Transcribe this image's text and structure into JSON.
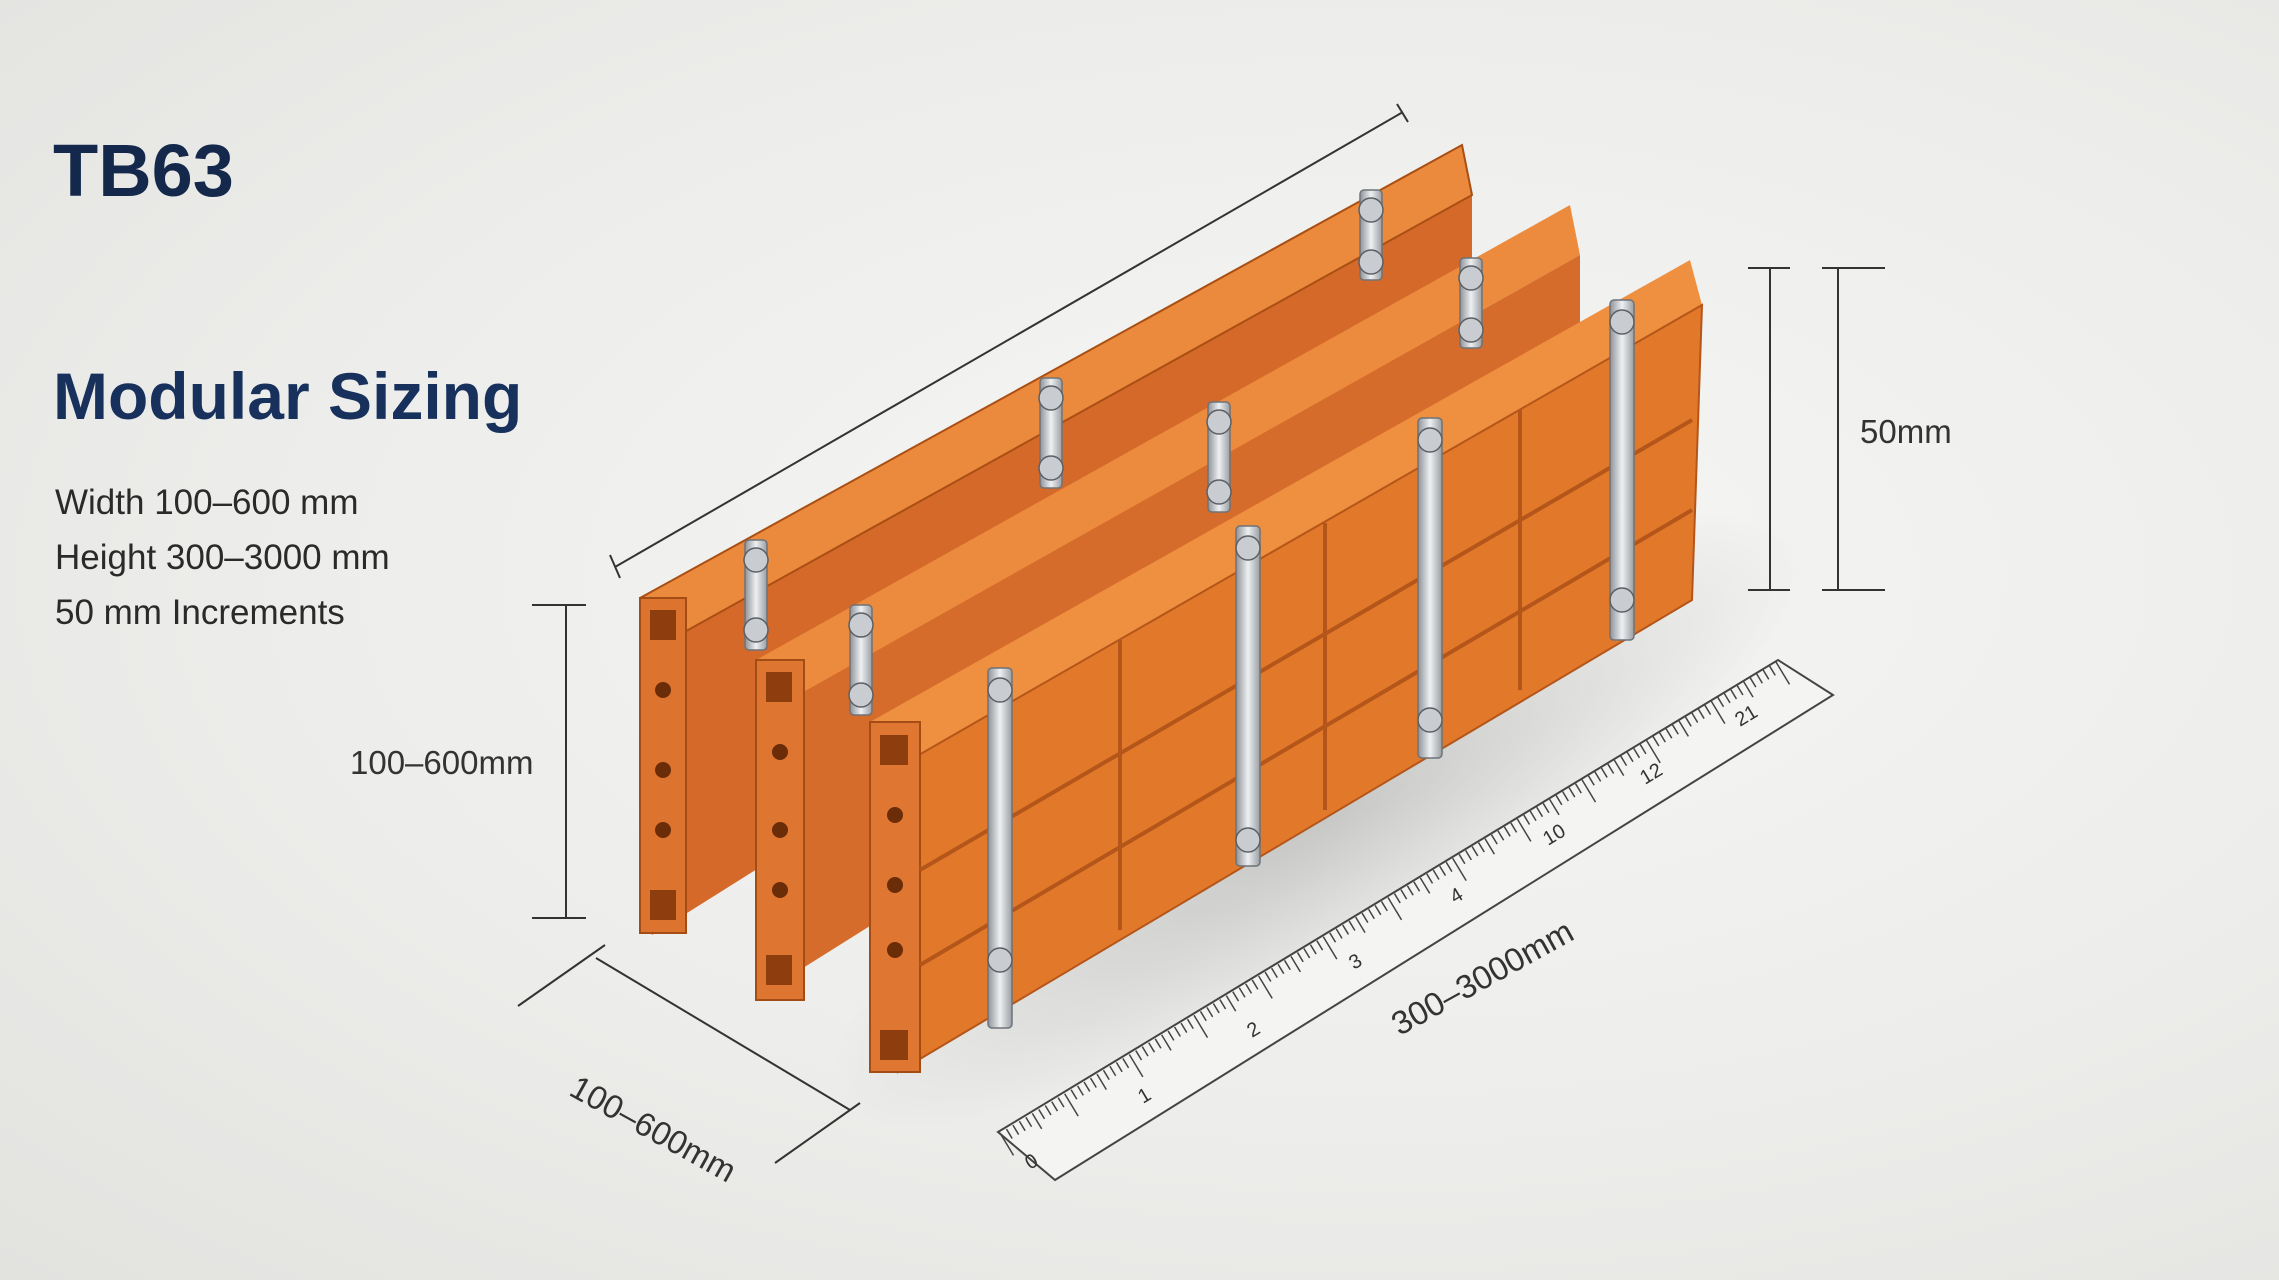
{
  "product": {
    "title": "TB63"
  },
  "section": {
    "heading": "Modular Sizing",
    "specs": [
      "Width 100–600 mm",
      "Height 300–3000 mm",
      "50 mm Increments"
    ]
  },
  "dimensions": {
    "left_height_label": "100–600mm",
    "thickness_label": "50mm",
    "depth_label": "100–600mm",
    "length_label": "300–3000mm"
  },
  "ruler": {
    "ticks": [
      "0",
      "1",
      "2",
      "3",
      "4",
      "10",
      "12",
      "21"
    ]
  },
  "colors": {
    "panel_orange": "#e2782a",
    "panel_dark": "#b4561a",
    "clamp_steel": "#c9ccd0",
    "title_navy": "#14284b"
  }
}
